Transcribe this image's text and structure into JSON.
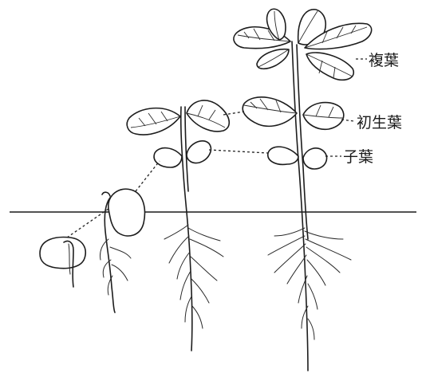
{
  "labels": {
    "compound_leaf": "複葉",
    "primary_leaf": "初生葉",
    "cotyledon": "子葉"
  },
  "colors": {
    "ink": "#1d1d1d",
    "background": "#ffffff"
  }
}
